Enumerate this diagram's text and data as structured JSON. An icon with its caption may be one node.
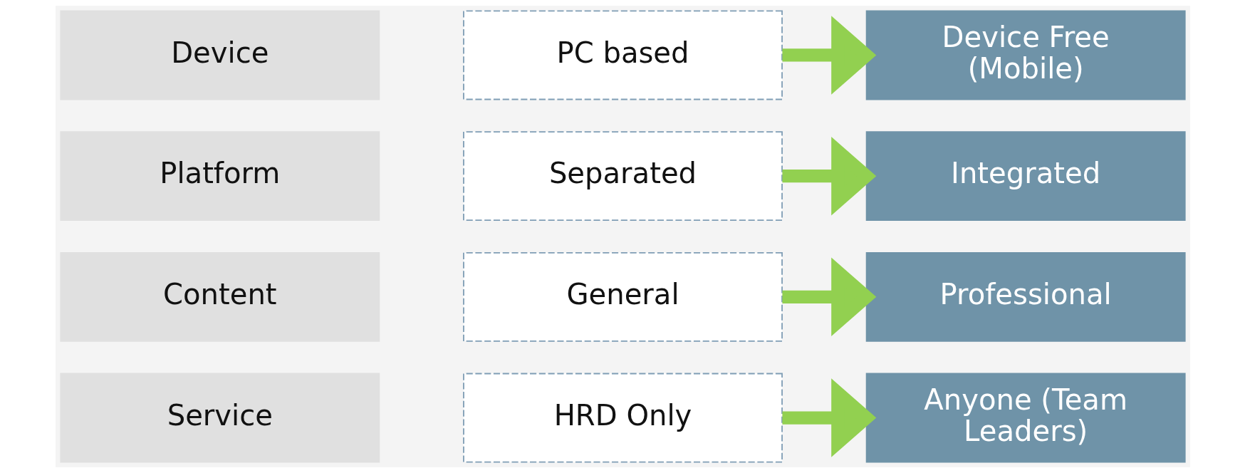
{
  "diagram": {
    "nodes": [
      {
        "text": [
          "Service"
        ]
      },
      {
        "text": [
          "Content"
        ]
      },
      {
        "text": [
          "Platform"
        ]
      },
      {
        "text": [
          "Device"
        ]
      },
      {
        "text": [
          "HRD Only"
        ]
      },
      {
        "text": [
          "General"
        ]
      },
      {
        "text": [
          "Separated"
        ]
      },
      {
        "text": [
          "PC based"
        ]
      },
      {
        "text": [
          "Anyone (Team Leaders)"
        ]
      },
      {
        "text": [
          "Professional"
        ]
      },
      {
        "text": [
          "Integrated"
        ]
      },
      {
        "text": [
          "Device Free (Mobile)"
        ]
      }
    ],
    "edges": [
      {
        "from": 4,
        "to": 8,
        "arrow": "to"
      },
      {
        "from": 5,
        "to": 9,
        "arrow": "to"
      },
      {
        "from": 6,
        "to": 10,
        "arrow": "to"
      },
      {
        "from": 7,
        "to": 11,
        "arrow": "to"
      }
    ]
  }
}
